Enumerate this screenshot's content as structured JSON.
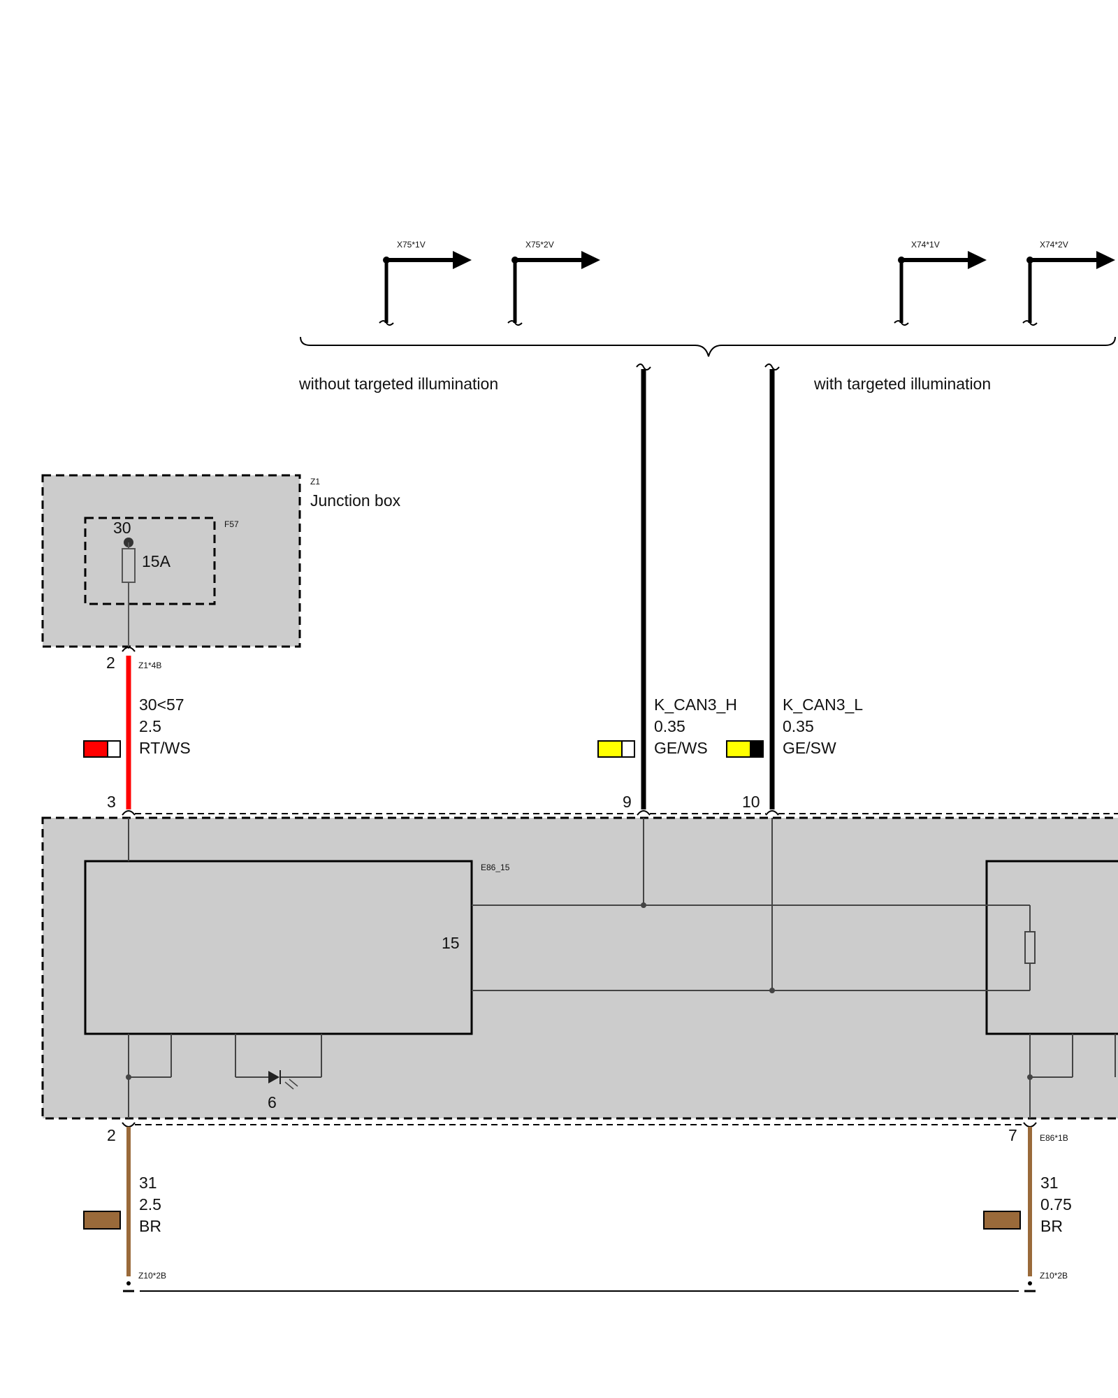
{
  "connectors_top": {
    "x75_1": "X75*1V",
    "x75_2": "X75*2V",
    "x74_1": "X74*1V",
    "x74_2": "X74*2V"
  },
  "variants": {
    "without": "without targeted illumination",
    "with": "with targeted illumination"
  },
  "junction_box": {
    "ref": "Z1",
    "name": "Junction box",
    "fuse_ref": "F57",
    "terminal": "30",
    "fuse_rating": "15A",
    "pin": "2",
    "plug": "Z1*4B"
  },
  "wires": {
    "power": {
      "pin_top": "2",
      "pin_bottom": "3",
      "name": "30<57",
      "gauge": "2.5",
      "color_code": "RT/WS",
      "colors": [
        "#ff0000",
        "#ffffff"
      ]
    },
    "can_h": {
      "pin": "9",
      "name": "K_CAN3_H",
      "gauge": "0.35",
      "color_code": "GE/WS",
      "colors": [
        "#ffff00",
        "#ffffff"
      ]
    },
    "can_l": {
      "pin": "10",
      "name": "K_CAN3_L",
      "gauge": "0.35",
      "color_code": "GE/SW",
      "colors": [
        "#ffff00",
        "#000000"
      ]
    },
    "ground_left": {
      "pin": "2",
      "name": "31",
      "gauge": "2.5",
      "color_code": "BR",
      "colors": [
        "#9a6a3a"
      ],
      "ground_plug": "Z10*2B"
    },
    "ground_right": {
      "pin": "7",
      "plug": "E86*1B",
      "name": "31",
      "gauge": "0.75",
      "color_code": "BR",
      "colors": [
        "#9a6a3a"
      ],
      "ground_plug": "Z10*2B"
    }
  },
  "module": {
    "ref": "E86_15",
    "pin_internal": "15",
    "led_pin": "6"
  },
  "accent_colors": {
    "housing_fill": "#cccccc",
    "power_wire": "#ff0000",
    "ground_wire": "#9a6a3a",
    "signal_wire": "#000000"
  }
}
